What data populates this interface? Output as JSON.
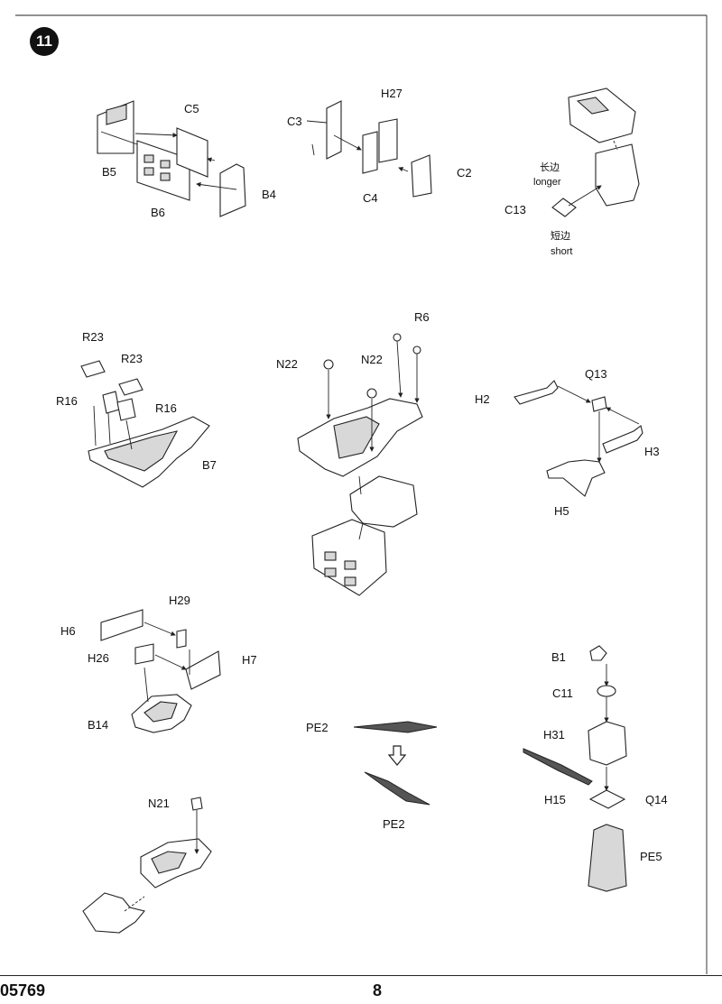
{
  "step": {
    "number": "11"
  },
  "footer": {
    "kit_code": "05769",
    "page_number": "8"
  },
  "labels": {
    "c5": "C5",
    "b5": "B5",
    "b6": "B6",
    "b4": "B4",
    "h27": "H27",
    "c3": "C3",
    "c4": "C4",
    "c2": "C2",
    "longer_zh": "长边",
    "longer_en": "longer",
    "c13": "C13",
    "short_zh": "短边",
    "short_en": "short",
    "r23a": "R23",
    "r23b": "R23",
    "r16a": "R16",
    "r16b": "R16",
    "b7": "B7",
    "r6": "R6",
    "n22a": "N22",
    "n22b": "N22",
    "h2": "H2",
    "q13": "Q13",
    "h3": "H3",
    "h5": "H5",
    "h6": "H6",
    "h29": "H29",
    "h26": "H26",
    "h7": "H7",
    "b14": "B14",
    "pe2a": "PE2",
    "pe2b": "PE2",
    "b1": "B1",
    "c11": "C11",
    "h31": "H31",
    "h15": "H15",
    "q14": "Q14",
    "pe5": "PE5",
    "n21": "N21"
  },
  "icons": {
    "step_marker": "numbered-step-circle",
    "next_arrow": "hollow-down-arrow-icon"
  }
}
